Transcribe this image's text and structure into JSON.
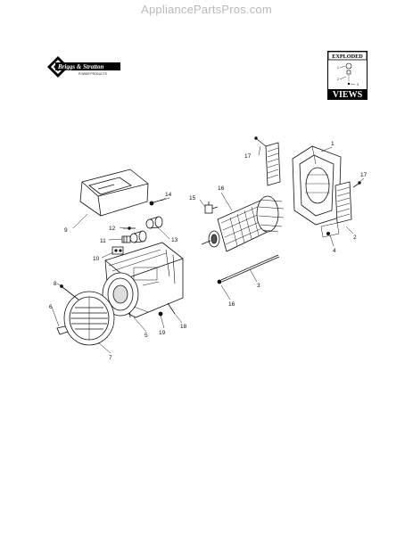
{
  "watermark": "AppliancePartsPros.com",
  "brand": {
    "name": "Briggs & Stratton",
    "subtitle": "POWER PRODUCTS"
  },
  "badge": {
    "top": "EXPLODED",
    "bottom": "VIEWS",
    "mini_labels": [
      "1",
      "2",
      "3"
    ]
  },
  "callouts": [
    {
      "id": "1",
      "label": "1"
    },
    {
      "id": "2",
      "label": "2"
    },
    {
      "id": "3",
      "label": "3"
    },
    {
      "id": "4",
      "label": "4"
    },
    {
      "id": "5",
      "label": "5"
    },
    {
      "id": "6",
      "label": "6"
    },
    {
      "id": "7",
      "label": "7"
    },
    {
      "id": "8",
      "label": "8"
    },
    {
      "id": "9",
      "label": "9"
    },
    {
      "id": "10",
      "label": "10"
    },
    {
      "id": "11",
      "label": "11"
    },
    {
      "id": "12",
      "label": "12"
    },
    {
      "id": "13",
      "label": "13"
    },
    {
      "id": "14",
      "label": "14"
    },
    {
      "id": "15",
      "label": "15"
    },
    {
      "id": "16a",
      "label": "16"
    },
    {
      "id": "16b",
      "label": "16"
    },
    {
      "id": "17a",
      "label": "17"
    },
    {
      "id": "17b",
      "label": "17"
    },
    {
      "id": "18",
      "label": "18"
    },
    {
      "id": "19",
      "label": "19"
    }
  ]
}
